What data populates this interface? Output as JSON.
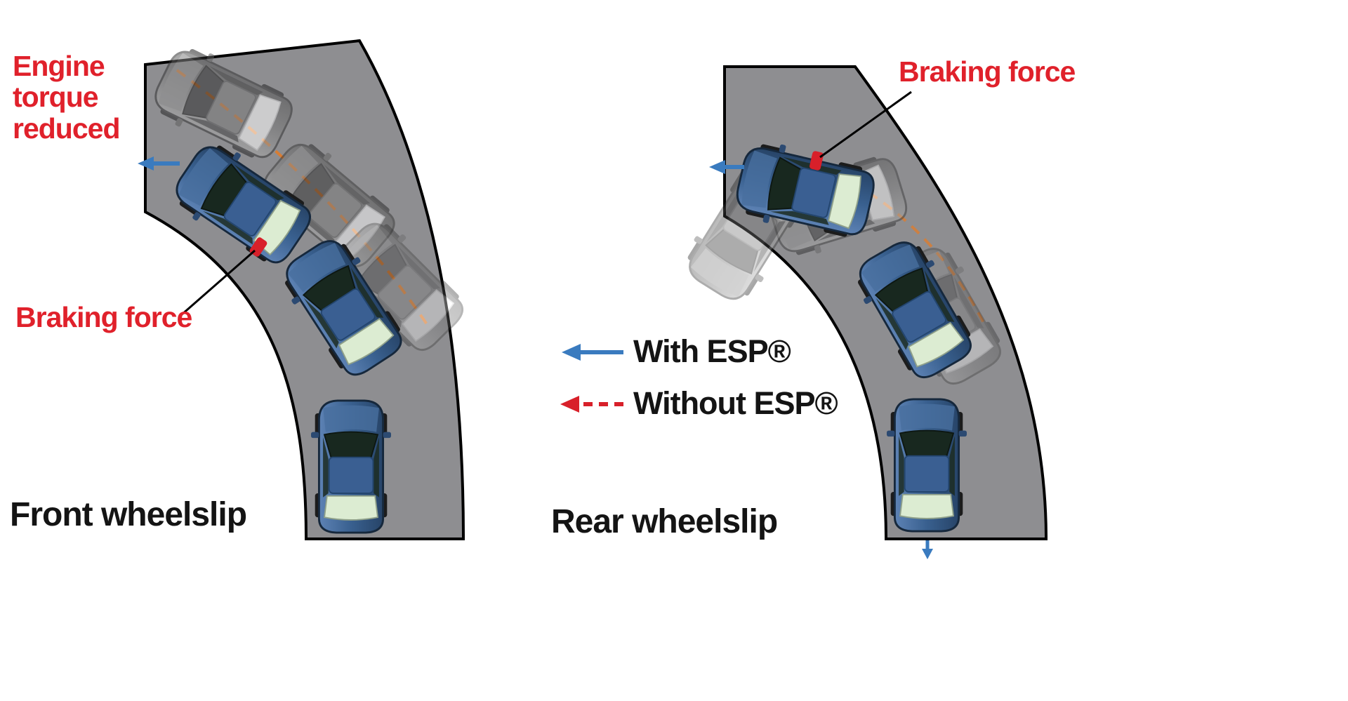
{
  "diagram": {
    "left_panel": {
      "title": "Front wheelslip",
      "annotations": {
        "engine_torque": "Engine torque reduced",
        "braking_force": "Braking force"
      }
    },
    "right_panel": {
      "title": "Rear wheelslip",
      "annotations": {
        "braking_force": "Braking force"
      }
    },
    "legend": {
      "with_esp": "With ESP®",
      "without_esp": "Without ESP®"
    },
    "colors": {
      "annotation_red": "#e0212b",
      "with_esp_blue": "#3a7bbf",
      "without_esp_red": "#d8202a",
      "trajectory_orange": "#e07b2a",
      "road_gray": "#8e8e91",
      "car_blue": "#39608f"
    }
  }
}
